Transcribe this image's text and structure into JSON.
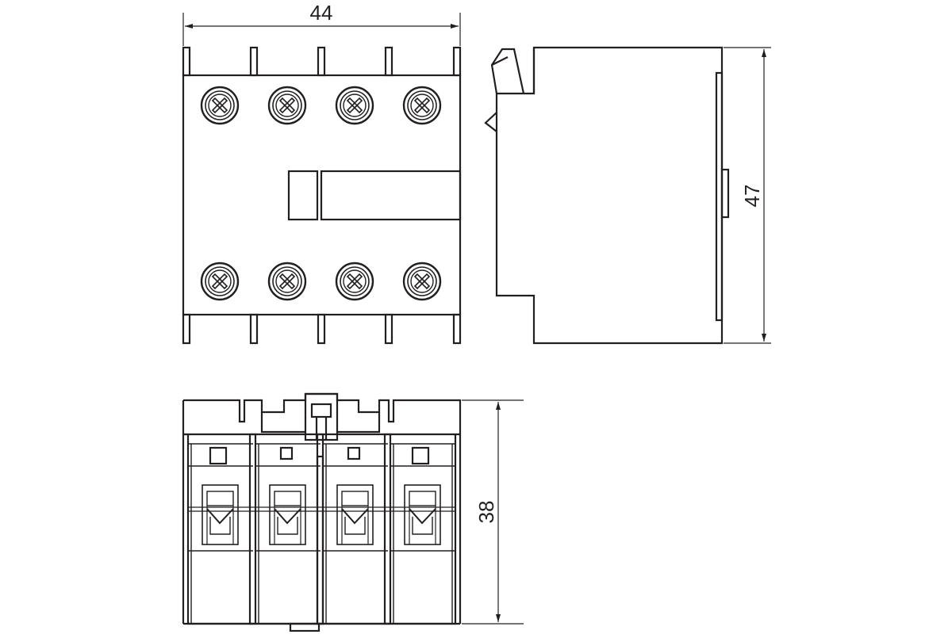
{
  "dimensions": {
    "width_label": "44",
    "height_label": "47",
    "depth_label": "38"
  },
  "views": {
    "front": {
      "terminal_screws": 8,
      "pins": 10
    },
    "side": {},
    "bottom": {
      "poles": 4
    }
  },
  "colors": {
    "line": "#231f20",
    "background": "#ffffff"
  }
}
